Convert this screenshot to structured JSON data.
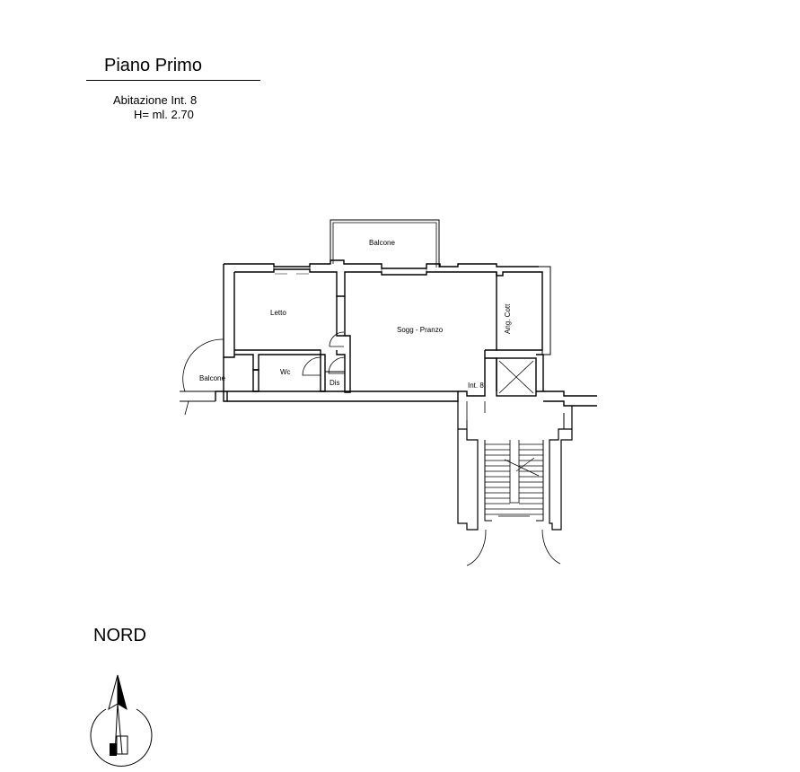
{
  "header": {
    "title": "Piano Primo",
    "unit": "Abitazione Int. 8",
    "height": "H= ml. 2.70"
  },
  "rooms": {
    "balcone_top": "Balcone",
    "letto": "Letto",
    "soggiorno": "Sogg - Pranzo",
    "angolo_cottura": "Ang. Cott",
    "wc": "Wc",
    "dis": "Dis",
    "balcone_left": "Balcone",
    "int": "Int. 8"
  },
  "compass": {
    "label": "NORD"
  },
  "colors": {
    "ink": "#000000",
    "paper": "#ffffff"
  }
}
